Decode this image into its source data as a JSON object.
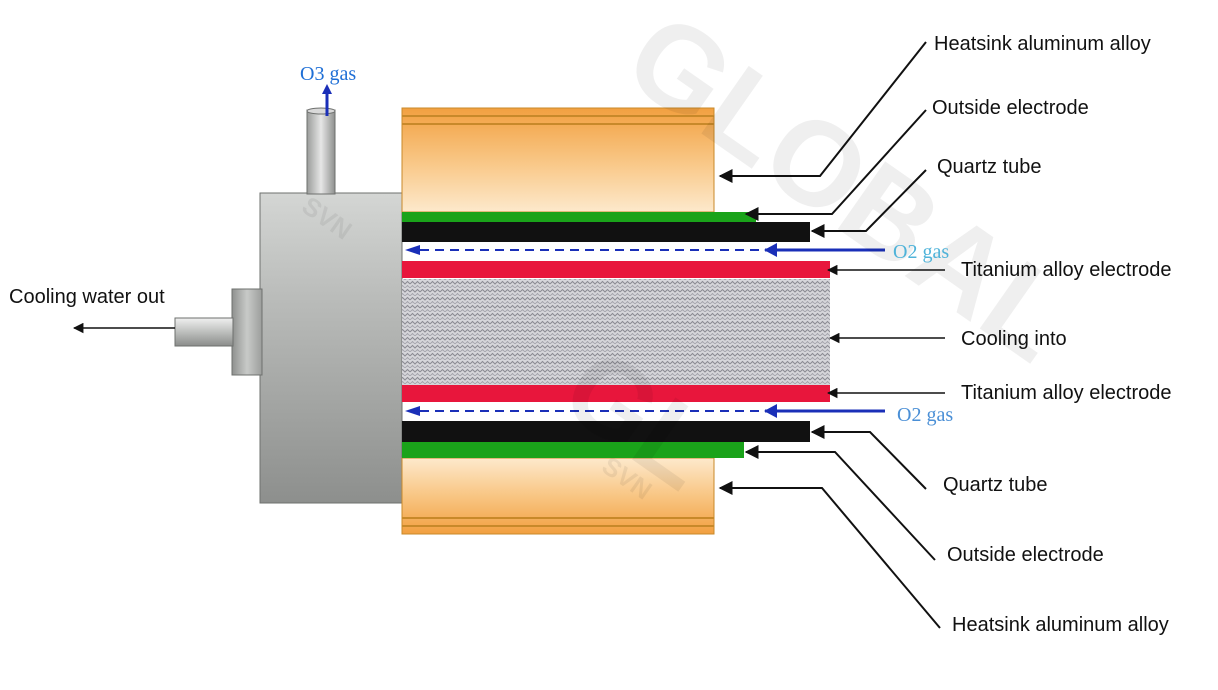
{
  "colors": {
    "heatsink": "#f4a640",
    "heatsink_light": "#fde6c2",
    "outside_electrode": "#1aa31a",
    "quartz_tube": "#111111",
    "titanium_electrode": "#e8163c",
    "cooling_core": "#cfcfd4",
    "housing": "#a8aaa8",
    "gas_arrow": "#1a2fb8"
  },
  "labels": {
    "heatsink_top": "Heatsink aluminum alloy",
    "outside_electrode_top": "Outside electrode",
    "quartz_tube_top": "Quartz tube",
    "o2_gas_top": "O2 gas",
    "titanium_top": "Titanium alloy electrode",
    "cooling_into": "Cooling into",
    "titanium_bottom": "Titanium alloy electrode",
    "o2_gas_bottom": "O2 gas",
    "quartz_tube_bottom": "Quartz tube",
    "outside_electrode_bottom": "Outside electrode",
    "heatsink_bottom": "Heatsink aluminum alloy",
    "cooling_water_out": "Cooling water out",
    "o3_gas": "O3 gas"
  },
  "watermark": {
    "upper": "GLOBAL",
    "upper_small": "SVN",
    "lower": "GL",
    "lower_small": "SVN"
  }
}
